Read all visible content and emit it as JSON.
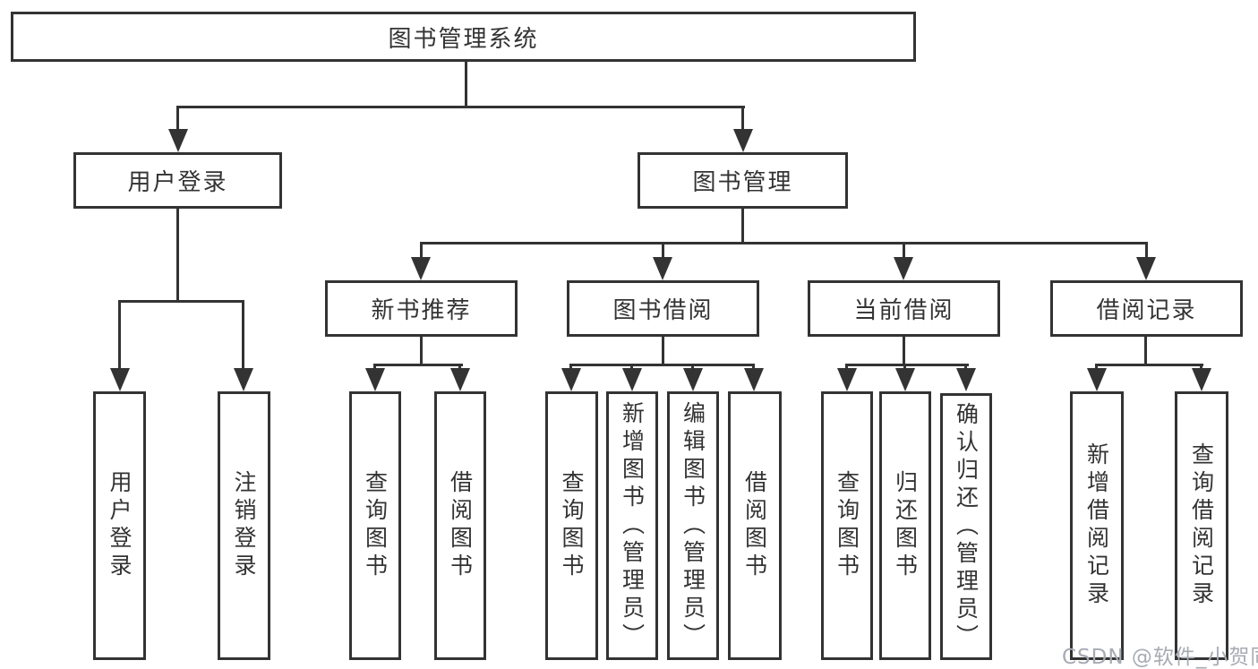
{
  "diagram": {
    "type": "hierarchy-tree",
    "tree": {
      "label": "图书管理系统",
      "children": [
        {
          "label": "用户登录",
          "children": [
            {
              "label": "用户登录"
            },
            {
              "label": "注销登录"
            }
          ]
        },
        {
          "label": "图书管理",
          "children": [
            {
              "label": "新书推荐",
              "children": [
                {
                  "label": "查询图书"
                },
                {
                  "label": "借阅图书"
                }
              ]
            },
            {
              "label": "图书借阅",
              "children": [
                {
                  "label": "查询图书"
                },
                {
                  "label": "新增图书（管理员）"
                },
                {
                  "label": "编辑图书（管理员）"
                },
                {
                  "label": "借阅图书"
                }
              ]
            },
            {
              "label": "当前借阅",
              "children": [
                {
                  "label": "查询图书"
                },
                {
                  "label": "归还图书"
                },
                {
                  "label": "确认归还（管理员）"
                }
              ]
            },
            {
              "label": "借阅记录",
              "children": [
                {
                  "label": "新增借阅记录"
                },
                {
                  "label": "查询借阅记录"
                }
              ]
            }
          ]
        }
      ]
    },
    "colors": {
      "line": "#333333",
      "box_background": "#ffffff",
      "text": "#333333",
      "watermark": "#a6abb4"
    }
  },
  "watermark": {
    "text": "CSDN @软件_小贺同学"
  }
}
